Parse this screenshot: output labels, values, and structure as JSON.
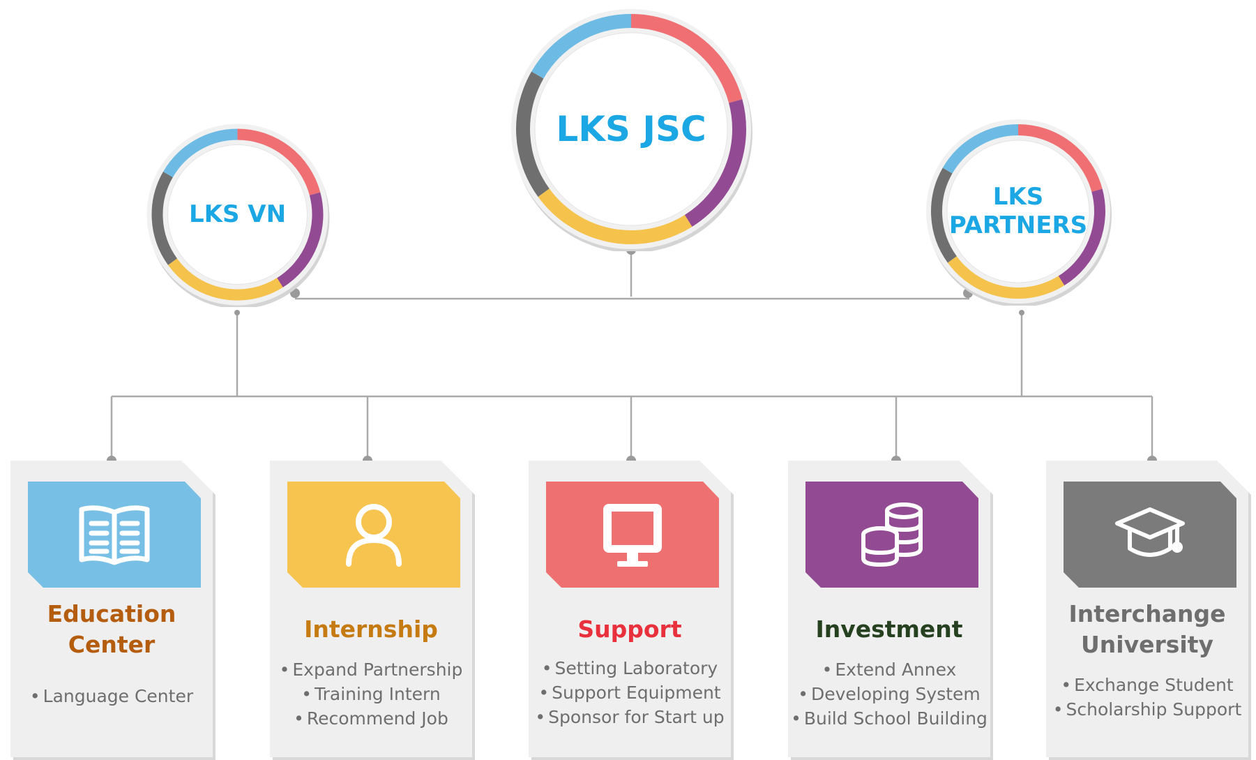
{
  "nodes": {
    "jsc": "LKS JSC",
    "vn": "LKS VN",
    "partners": "LKS PARTNERS"
  },
  "cards": [
    {
      "title": "Education Center",
      "items": [
        "Language Center"
      ],
      "icon": "book-icon",
      "color": "#78bfe6",
      "title_color": "#b45d0e"
    },
    {
      "title": "Internship",
      "items": [
        "Expand Partnership",
        "Training Intern",
        "Recommend Job"
      ],
      "icon": "user-icon",
      "color": "#f7c450",
      "title_color": "#c57a12"
    },
    {
      "title": "Support",
      "items": [
        "Setting Laboratory",
        "Support Equipment",
        "Sponsor for Start up"
      ],
      "icon": "monitor-icon",
      "color": "#ef7070",
      "title_color": "#e8313d"
    },
    {
      "title": "Investment",
      "items": [
        "Extend Annex",
        "Developing System",
        "Build School Building"
      ],
      "icon": "coins-icon",
      "color": "#924a93",
      "title_color": "#26411f"
    },
    {
      "title": "Interchange University",
      "items": [
        "Exchange Student",
        "Scholarship Support"
      ],
      "icon": "graduation-cap-icon",
      "color": "#7b7b7b",
      "title_color": "#6e6e6e"
    }
  ],
  "ring_colors": [
    "#ef6f72",
    "#924a93",
    "#f5c24c",
    "#6f6f6f",
    "#6dbbe4"
  ],
  "connector_color": "#a9a9a9"
}
